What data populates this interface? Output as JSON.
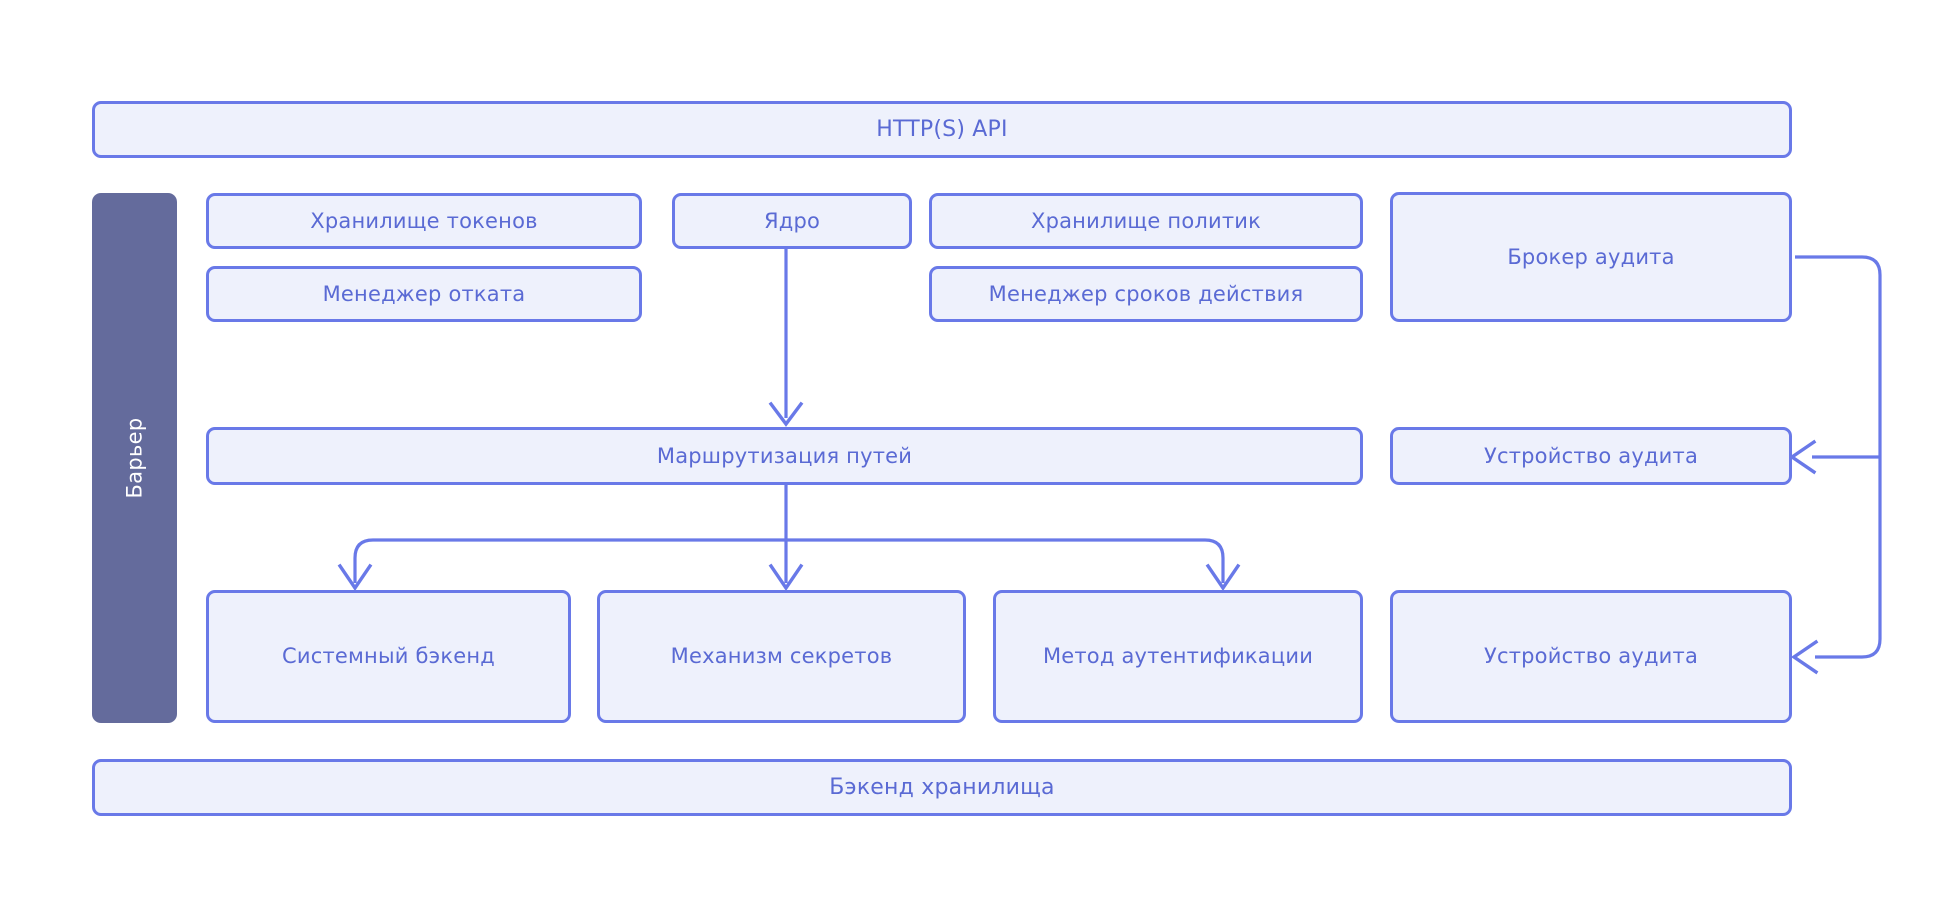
{
  "diagram": {
    "title_bar": {
      "label": "HTTP(S) API"
    },
    "barrier": {
      "label": "Барьер"
    },
    "storage_bar": {
      "label": "Бэкенд хранилища"
    },
    "nodes": {
      "token_store": "Хранилище токенов",
      "rollback_manager": "Менеджер отката",
      "core": "Ядро",
      "policy_store": "Хранилище политик",
      "expiry_manager": "Менеджер сроков действия",
      "audit_broker": "Брокер аудита",
      "path_routing": "Маршрутизация путей",
      "audit_device_mid": "Устройство аудита",
      "system_backend": "Системный бэкенд",
      "secrets_engine": "Механизм секретов",
      "auth_method": "Метод аутентификации",
      "audit_device_bottom": "Устройство аудита"
    },
    "colors": {
      "node_fill": "#eef1fc",
      "node_border": "#6979e8",
      "node_text": "#5a6ad4",
      "barrier_fill": "#646b9c",
      "barrier_text": "#ffffff",
      "connector": "#6979e8",
      "background": "#ffffff"
    }
  }
}
